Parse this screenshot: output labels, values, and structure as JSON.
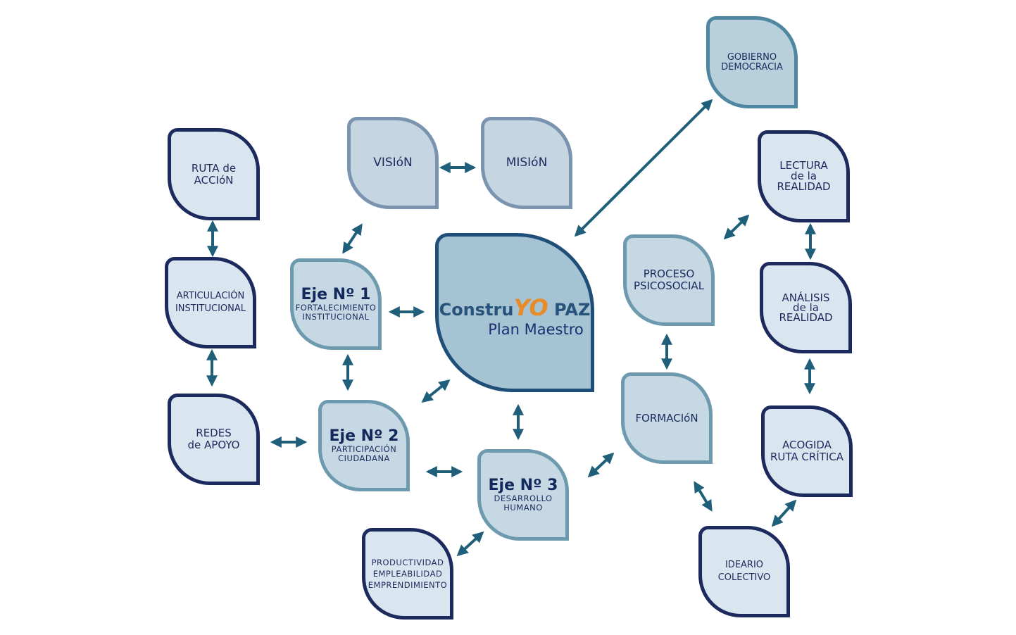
{
  "center": {
    "logo_part1": "Constru",
    "logo_part2": "YO",
    "logo_part3": "PAZ",
    "subtitle": "Plan Maestro"
  },
  "nodes": {
    "gobierno": [
      "GOBIERNO",
      "DEMOCRACIA"
    ],
    "vision": "VISIóN",
    "mision": "MISIóN",
    "ruta": [
      "RUTA de",
      "ACCIóN"
    ],
    "lectura": [
      "LECTURA",
      "de la",
      "REALIDAD"
    ],
    "articulacion": [
      "ARTICULACIÓN",
      "INSTITUCIONAL"
    ],
    "eje1": {
      "title": "Eje Nº 1",
      "sub": [
        "FORTALECIMIENTO",
        "INSTITUCIONAL"
      ]
    },
    "proceso": [
      "PROCESO",
      "PSICOSOCIAL"
    ],
    "analisis": [
      "ANÁLISIS",
      "de la",
      "REALIDAD"
    ],
    "formacion": "FORMACIóN",
    "eje2": {
      "title": "Eje Nº 2",
      "sub": [
        "PARTICIPACIÓN",
        "CIUDADANA"
      ]
    },
    "redes": [
      "REDES",
      "de APOYO"
    ],
    "acogida": [
      "ACOGIDA",
      "RUTA CRÍTICA"
    ],
    "eje3": {
      "title": "Eje Nº 3",
      "sub": [
        "DESARROLLO",
        "HUMANO"
      ]
    },
    "productividad": [
      "PRODUCTIVIDAD",
      "EMPLEABILIDAD",
      "EMPRENDIMIENTO"
    ],
    "ideario": [
      "IDEARIO",
      "COLECTIVO"
    ]
  },
  "colors": {
    "arrow": "#1f5f7a",
    "navy": "#1c2a5e",
    "center_fill": "#a6c3d4",
    "logo_orange": "#e88a25"
  }
}
